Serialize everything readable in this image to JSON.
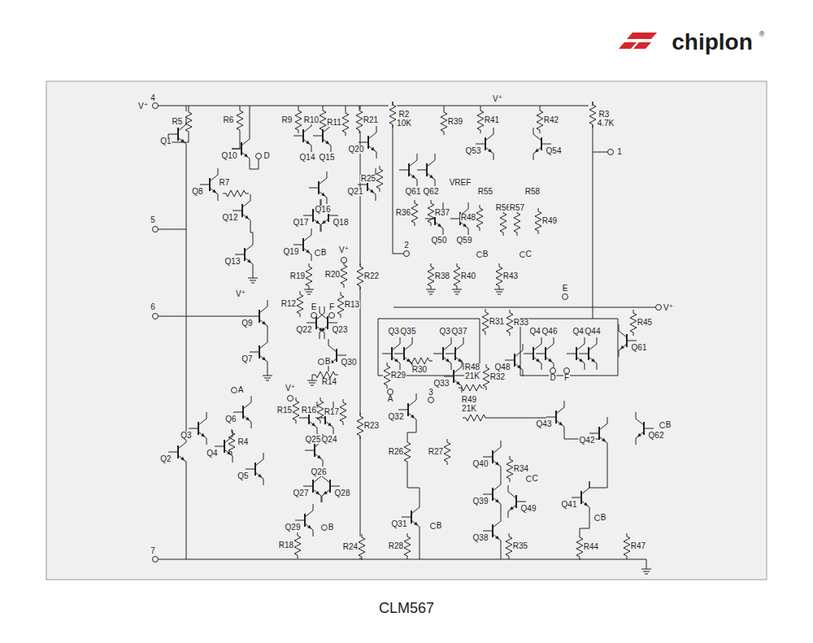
{
  "diagram": {
    "caption": "CLM567",
    "labels": [
      "chiplon",
      "®",
      "4",
      "V⁺",
      "R5",
      "Q1",
      "R6",
      "Q10",
      "D",
      "R7",
      "Q8",
      "Q12",
      "5",
      "Q13",
      "V⁺",
      "6",
      "Q9",
      "Q7",
      "A",
      "Q6",
      "Q3",
      "R4",
      "Q4",
      "Q2",
      "Q5",
      "7",
      "R9",
      "R10",
      "R11",
      "Q14",
      "Q15",
      "Q16",
      "Q17",
      "Q18",
      "Q19",
      "B",
      "V⁺",
      "R20",
      "R19",
      "R12",
      "E",
      "F",
      "R13",
      "Q22",
      "Q23",
      "B",
      "Q30",
      "R14",
      "V⁺",
      "R15",
      "R16",
      "R17",
      "Q25",
      "Q24",
      "Q26",
      "Q27",
      "Q28",
      "Q29",
      "B",
      "R18",
      "R21",
      "Q20",
      "R25",
      "Q21",
      "R22",
      "R23",
      "R24",
      "R2",
      "10K",
      "R39",
      "V⁺",
      "R41",
      "R42",
      "R3",
      "4.7K",
      "Q53",
      "Q54",
      "1",
      "Q61",
      "Q62",
      "VREF",
      "R55",
      "R58",
      "R56",
      "R57",
      "R36",
      "R37",
      "R48",
      "R49",
      "2",
      "Q50",
      "Q59",
      "B",
      "C",
      "R38",
      "R40",
      "R43",
      "E",
      "V⁺",
      "R31",
      "R33",
      "R45",
      "Q34",
      "Q35",
      "Q36",
      "Q37",
      "Q47",
      "Q46",
      "Q45",
      "Q44",
      "Q61",
      "R48",
      "21K",
      "Q48",
      "R30",
      "R29",
      "R32",
      "D",
      "F",
      "Q33",
      "3",
      "A",
      "R49",
      "21K",
      "Q32",
      "Q43",
      "B",
      "Q62",
      "Q42",
      "R26",
      "R27",
      "Q40",
      "R34",
      "C",
      "Q39",
      "Q41",
      "Q49",
      "B",
      "Q31",
      "B",
      "Q38",
      "R28",
      "R35",
      "R44",
      "R47"
    ]
  }
}
